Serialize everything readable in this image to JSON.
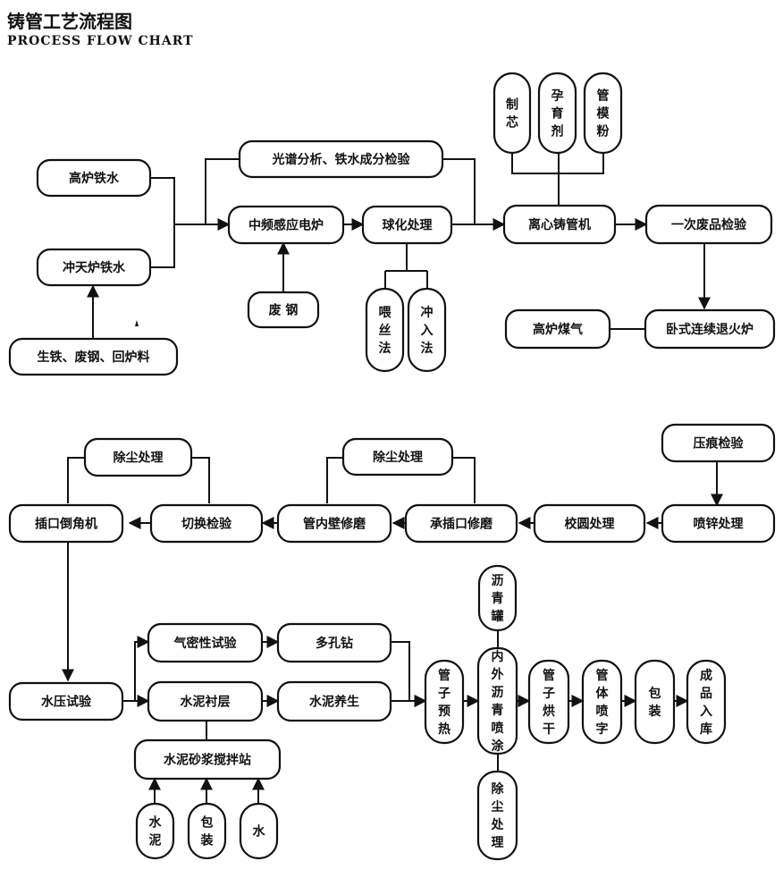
{
  "title": "铸管工艺流程图",
  "subtitle": "PROCESS FLOW CHART",
  "nodes": {
    "blast_iron": "高炉铁水",
    "cupola_iron": "冲天炉铁水",
    "pig_iron": "生铁、废钢、回炉料",
    "spectrum": "光谱分析、铁水成分检验",
    "mf_furnace": "中频感应电炉",
    "scrap": "废 钢",
    "spheroid": "球化处理",
    "wire_feed": "喂丝法",
    "pour_in": "冲入法",
    "core": "制芯",
    "inoculant": "孕育剂",
    "mold_powder": "管模粉",
    "centrifugal": "离心铸管机",
    "first_inspect": "一次废品检验",
    "blast_gas": "高炉煤气",
    "annealing": "卧式连续退火炉",
    "dust1": "除尘处理",
    "dust2": "除尘处理",
    "dent_inspect": "压痕检验",
    "socket_chamfer": "插口倒角机",
    "cut_inspect": "切换检验",
    "inner_grind": "管内壁修磨",
    "socket_grind": "承插口修磨",
    "rounding": "校圆处理",
    "zinc_spray": "喷锌处理",
    "pressure_test": "水压试验",
    "air_test": "气密性试验",
    "drill": "多孔钻",
    "cement_lining": "水泥衬层",
    "cement_cure": "水泥养生",
    "mortar_station": "水泥砂浆搅拌站",
    "cement": "水泥",
    "bag": "包装",
    "water": "水",
    "preheat": "管子预热",
    "asphalt_tank": "沥青罐",
    "asphalt_coat": "内外沥青喷涂",
    "dust3": "除尘处理",
    "pipe_dry": "管子烘干",
    "body_print": "管体喷字",
    "packing": "包装",
    "warehouse": "成品入库"
  }
}
